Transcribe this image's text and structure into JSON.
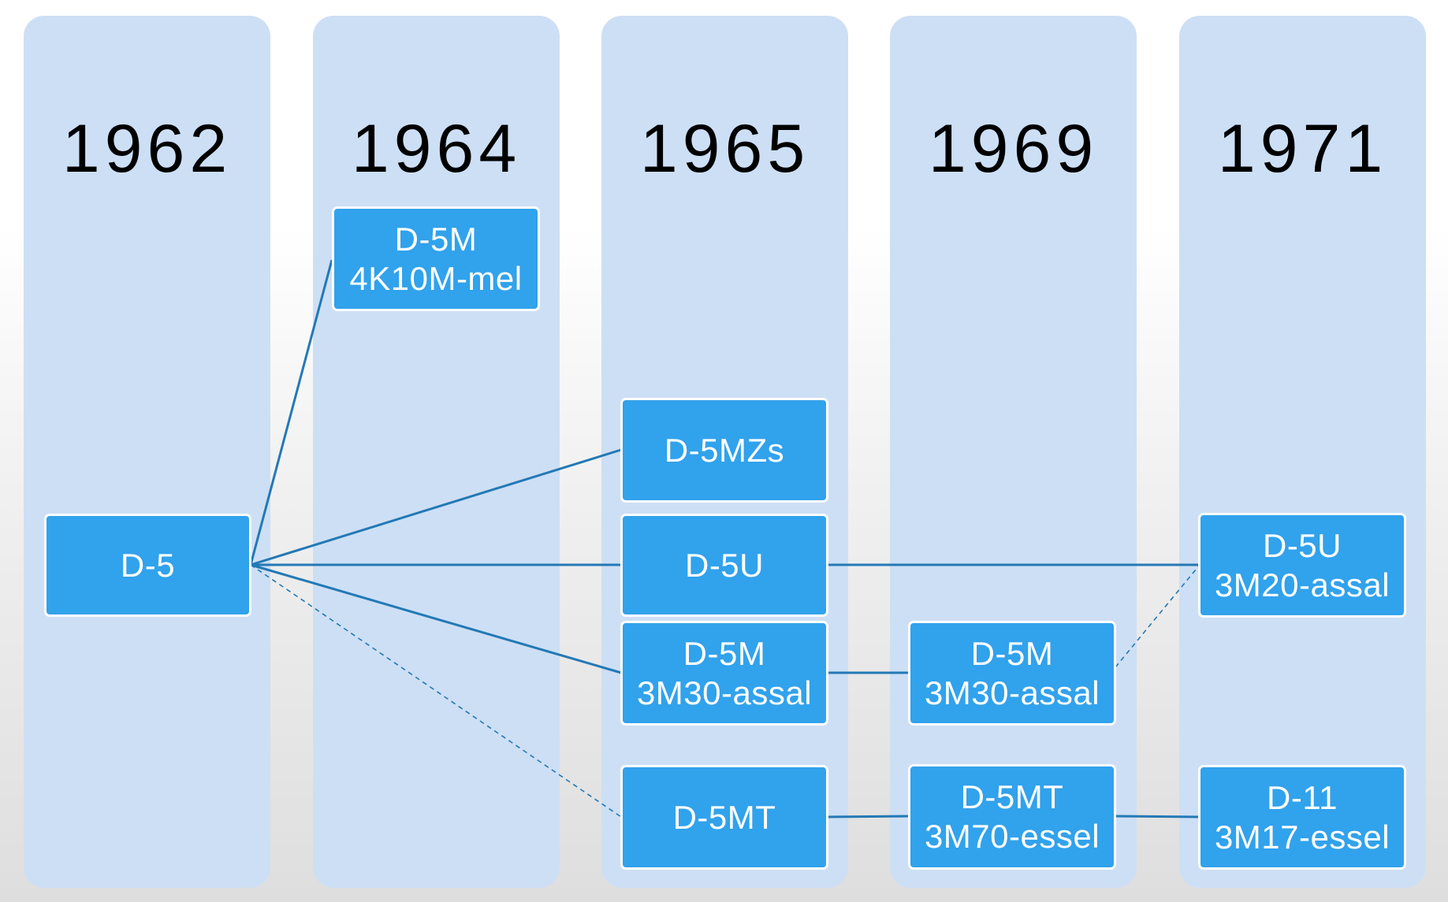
{
  "years": [
    "1962",
    "1964",
    "1965",
    "1969",
    "1971"
  ],
  "nodes": {
    "d5": {
      "line1": "D-5",
      "line2": ""
    },
    "d5m_1964": {
      "line1": "D-5M",
      "line2": "4K10M-mel"
    },
    "d5mzs": {
      "line1": "D-5MZs",
      "line2": ""
    },
    "d5u_1965": {
      "line1": "D-5U",
      "line2": ""
    },
    "d5m_1965": {
      "line1": "D-5M",
      "line2": "3M30-assal"
    },
    "d5mt_1965": {
      "line1": "D-5MT",
      "line2": ""
    },
    "d5m_1969": {
      "line1": "D-5M",
      "line2": "3M30-assal"
    },
    "d5mt_1969": {
      "line1": "D-5MT",
      "line2": "3M70-essel"
    },
    "d5u_1971": {
      "line1": "D-5U",
      "line2": "3M20-assal"
    },
    "d11_1971": {
      "line1": "D-11",
      "line2": "3M17-essel"
    }
  },
  "colors": {
    "column": "#cddff5",
    "box": "#31a2ec",
    "line": "#2379b5",
    "text_year": "#000000",
    "text_box": "#ffffff"
  },
  "links": [
    {
      "from": "d5",
      "to": "d5m_1964",
      "style": "solid"
    },
    {
      "from": "d5",
      "to": "d5mzs",
      "style": "solid"
    },
    {
      "from": "d5",
      "to": "d5u_1965",
      "style": "solid"
    },
    {
      "from": "d5",
      "to": "d5m_1965",
      "style": "solid"
    },
    {
      "from": "d5",
      "to": "d5mt_1965",
      "style": "dashed"
    },
    {
      "from": "d5u_1965",
      "to": "d5u_1971",
      "style": "solid"
    },
    {
      "from": "d5m_1965",
      "to": "d5m_1969",
      "style": "solid"
    },
    {
      "from": "d5m_1969",
      "to": "d5u_1971",
      "style": "dashed"
    },
    {
      "from": "d5mt_1965",
      "to": "d5mt_1969",
      "style": "solid"
    },
    {
      "from": "d5mt_1969",
      "to": "d11_1971",
      "style": "solid"
    }
  ]
}
